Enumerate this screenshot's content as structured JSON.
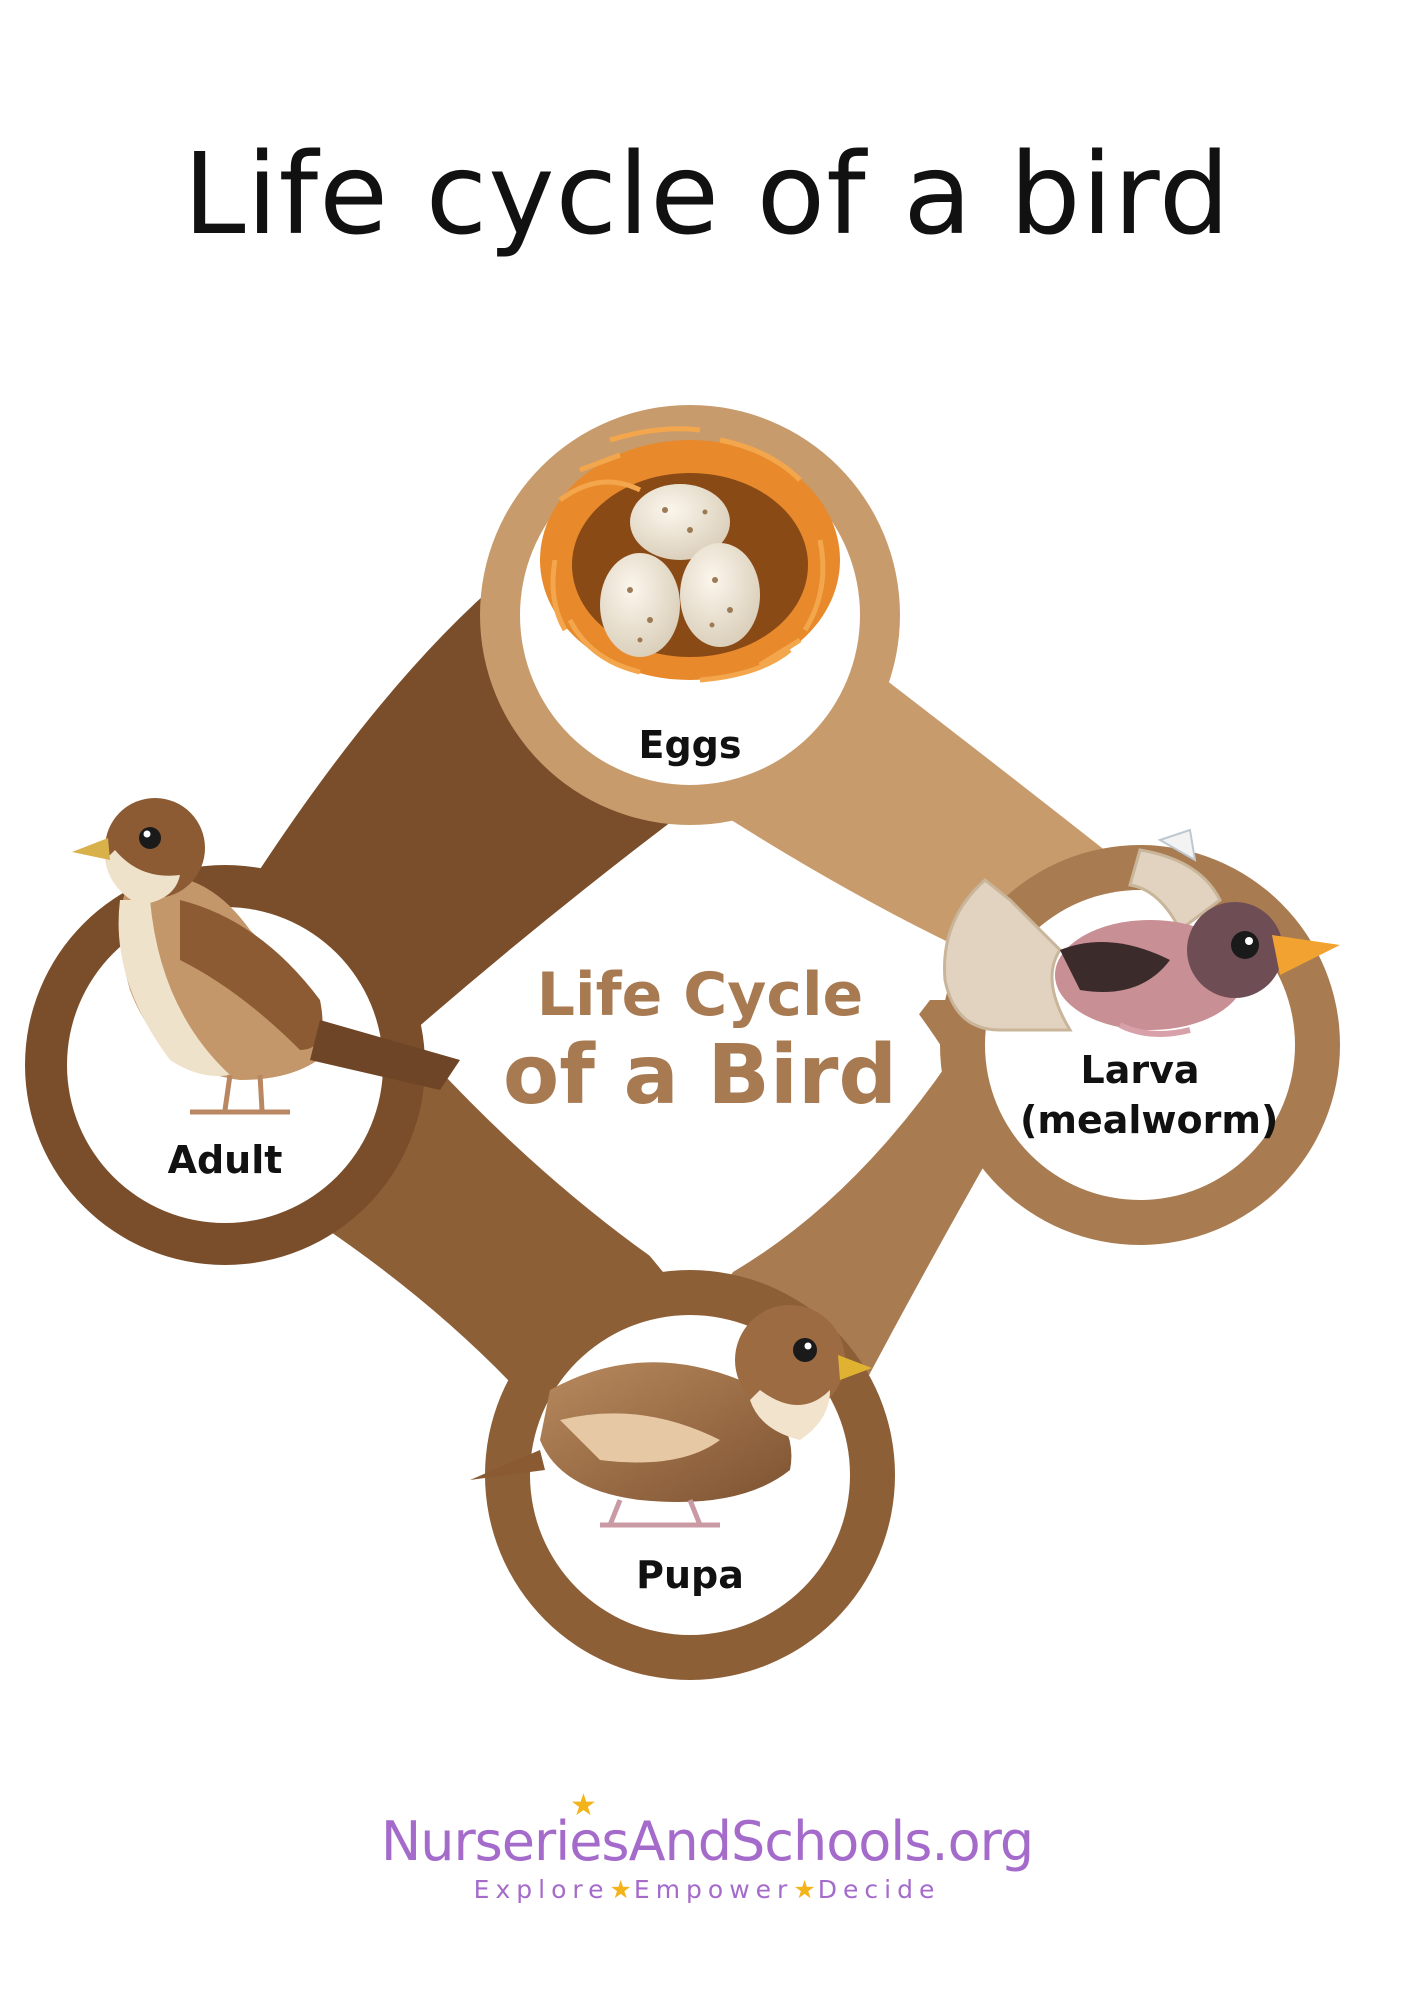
{
  "title": "Life cycle of a bird",
  "center": {
    "line1": "Life Cycle",
    "line2": "of a Bird"
  },
  "stages": {
    "eggs": "Eggs",
    "larva_line1": "Larva",
    "larva_line2": "(mealworm)",
    "pupa": "Pupa",
    "adult": "Adult"
  },
  "logo": {
    "name": "NurseriesAndSchools.org",
    "tag_1": "Explore",
    "tag_2": "Empower",
    "tag_3": "Decide"
  },
  "colors": {
    "dark_brown": "#7A4E2A",
    "mid_brown": "#9C6B42",
    "light_brown": "#C89B6C",
    "tan": "#D9B48A",
    "title_text": "#A87A52",
    "logo_purple": "#A56BCB",
    "logo_star": "#F2B418"
  }
}
